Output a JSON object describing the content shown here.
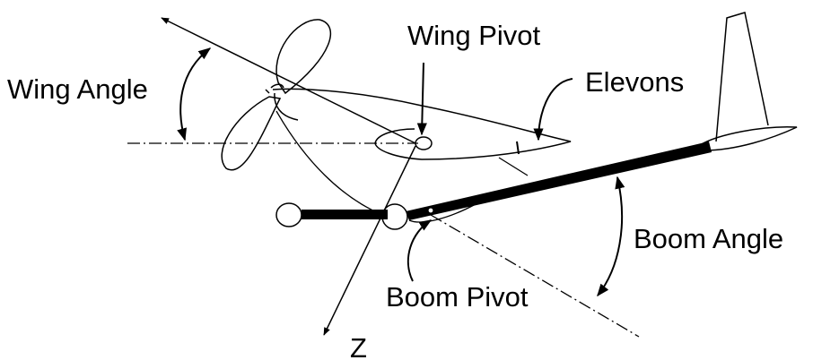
{
  "labels": {
    "wing_angle": "Wing Angle",
    "wing_pivot": "Wing Pivot",
    "elevons": "Elevons",
    "boom_angle": "Boom Angle",
    "boom_pivot": "Boom Pivot",
    "z_axis": "Z"
  },
  "colors": {
    "stroke": "#000000",
    "background": "#ffffff"
  }
}
